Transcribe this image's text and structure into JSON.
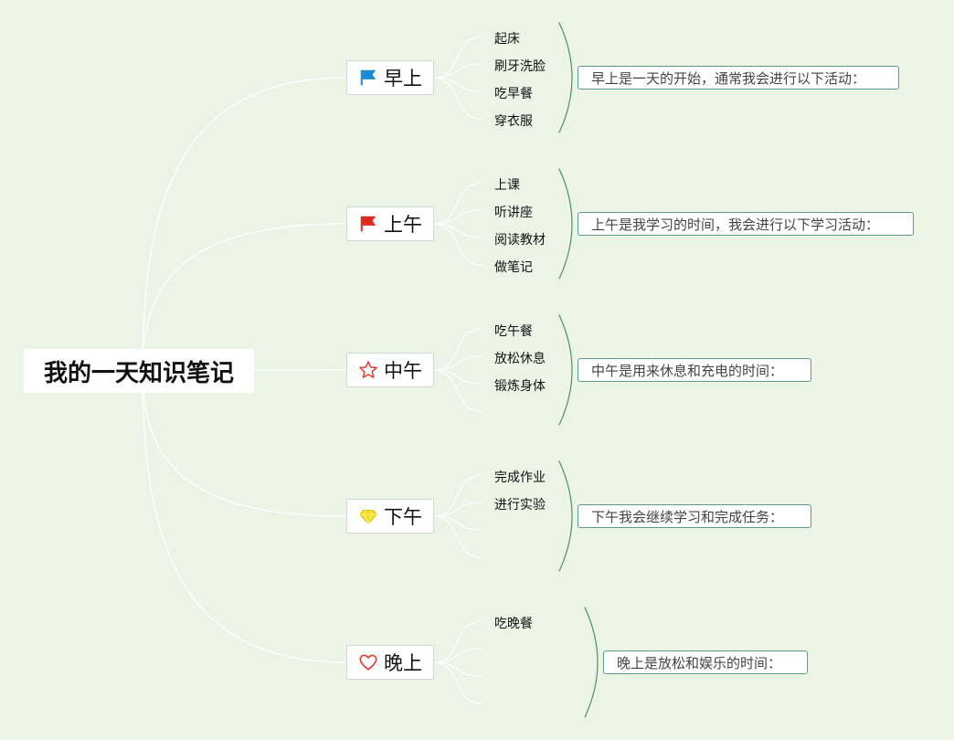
{
  "title": "我的一天知识笔记",
  "branches": [
    {
      "label": "早上",
      "icon": "blue-flag-icon",
      "icon_color": "#1a8ad6",
      "items": [
        "起床",
        "刷牙洗脸",
        "吃早餐",
        "穿衣服"
      ],
      "summary": "早上是一天的开始，通常我会进行以下活动："
    },
    {
      "label": "上午",
      "icon": "red-flag-icon",
      "icon_color": "#e02b1c",
      "items": [
        "上课",
        "听讲座",
        "阅读教材",
        "做笔记"
      ],
      "summary": "上午是我学习的时间，我会进行以下学习活动："
    },
    {
      "label": "中午",
      "icon": "star-outline-icon",
      "icon_color": "#e03a2e",
      "items": [
        "吃午餐",
        "放松休息",
        "锻炼身体"
      ],
      "summary": "中午是用来休息和充电的时间："
    },
    {
      "label": "下午",
      "icon": "diamond-icon",
      "icon_color": "#f2d200",
      "items": [
        "完成作业",
        "进行实验"
      ],
      "summary": "下午我会继续学习和完成任务："
    },
    {
      "label": "晚上",
      "icon": "heart-outline-icon",
      "icon_color": "#e03a2e",
      "items": [
        "吃晚餐"
      ],
      "summary": "晚上是放松和娱乐的时间："
    }
  ],
  "colors": {
    "background": "#ecf4e6",
    "connector": "#ffffff",
    "bracket": "#3d8a5e",
    "summary_border": "#5f9c86"
  }
}
